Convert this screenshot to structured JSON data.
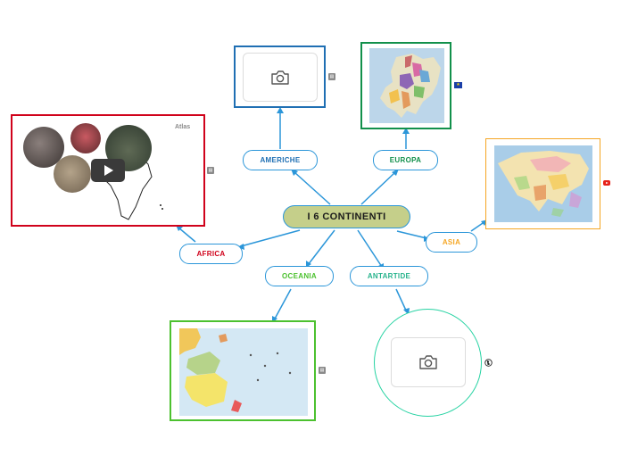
{
  "central": {
    "label": "I 6 CONTINENTI"
  },
  "nodes": {
    "americhe": {
      "label": "AMERICHE",
      "color": "#1f6fb3"
    },
    "europa": {
      "label": "EUROPA",
      "color": "#12904b"
    },
    "asia": {
      "label": "ASIA",
      "color": "#f5a623"
    },
    "africa": {
      "label": "AFRICA",
      "color": "#d0021b"
    },
    "oceania": {
      "label": "OCEANIA",
      "color": "#4cc12f"
    },
    "antartide": {
      "label": "ANTARTIDE",
      "color": "#27b38c"
    }
  },
  "africa_card": {
    "atlas_label": "Atlas"
  },
  "colors": {
    "connector": "#2b96d9",
    "central_fill": "#c5cf8a",
    "americhe_frame": "#1f6fb3",
    "europa_frame": "#12904b",
    "asia_frame": "#f5a623",
    "africa_frame": "#d0021b",
    "oceania_frame": "#4cc12f",
    "antartide_frame": "#27d3a3"
  },
  "icons": [
    "camera-icon",
    "note-icon",
    "eu-flag-icon",
    "youtube-icon",
    "play-icon",
    "globe-icon"
  ]
}
